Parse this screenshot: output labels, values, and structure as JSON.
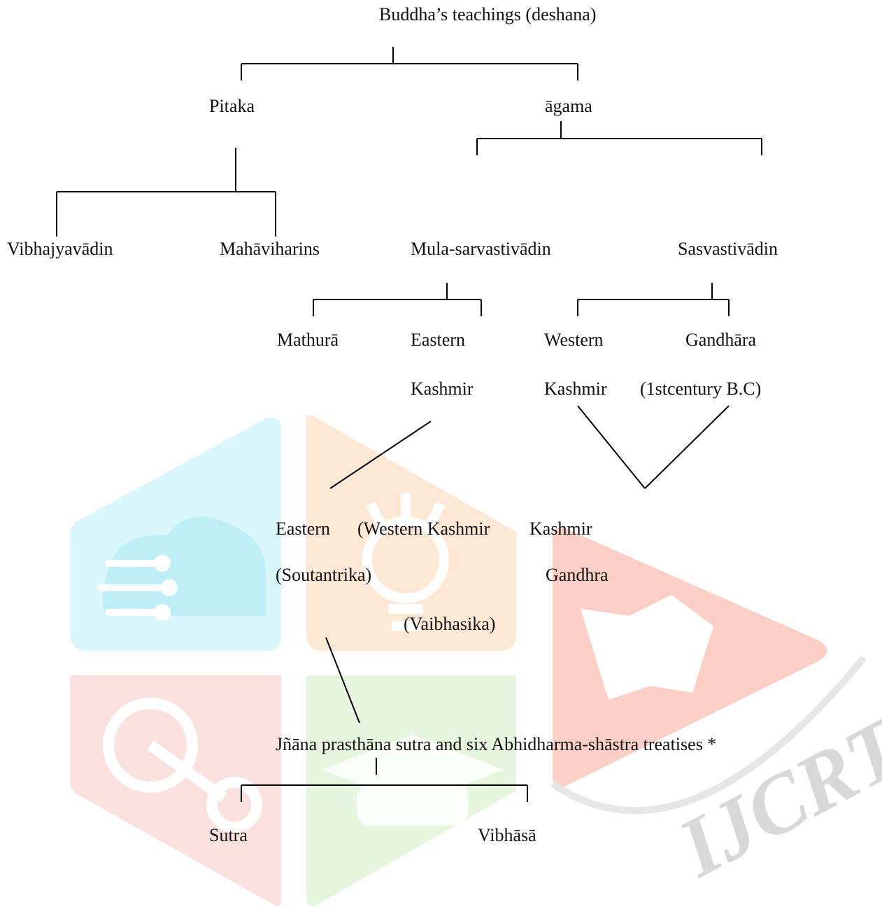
{
  "diagram": {
    "nodes": {
      "root": "Buddha’s teachings (deshana)",
      "pitaka": "Pitaka",
      "agama": "āgama",
      "vibhajyavadin": "Vibhajyavādin",
      "mahaviharins": "Mahāviharins",
      "mula_sarvastivadin": "Mula-sarvastivādin",
      "sasvastivadin": "Sasvastivādin",
      "mathura": "Mathurā",
      "eastern": "Eastern",
      "eastern_kashmir": "Kashmir",
      "western": "Western",
      "western_kashmir": "Kashmir",
      "gandhara": "Gandhāra",
      "first_century": "(1stcentury B.C)",
      "eastern_2": "Eastern",
      "western_kashmir_paren": "(Western Kashmir",
      "kashmir_2": "Kashmir",
      "soutantrika": "(Soutantrika)",
      "gandhra": "Gandhra",
      "vaibhasika": "(Vaibhasika)",
      "jnana": "Jñāna prasthāna sutra and six Abhidharma-shāstra treatises *",
      "sutra": "Sutra",
      "vibhasa": "Vibhāsā"
    }
  },
  "watermark": {
    "text": "IJCRT",
    "colors": {
      "cyan": "#d9f7fb",
      "orange": "#fde8d6",
      "red": "#fbe0e0",
      "green": "#e8f5de",
      "play_red": "#fbcfc6",
      "gray": "#e6e6e6"
    }
  }
}
